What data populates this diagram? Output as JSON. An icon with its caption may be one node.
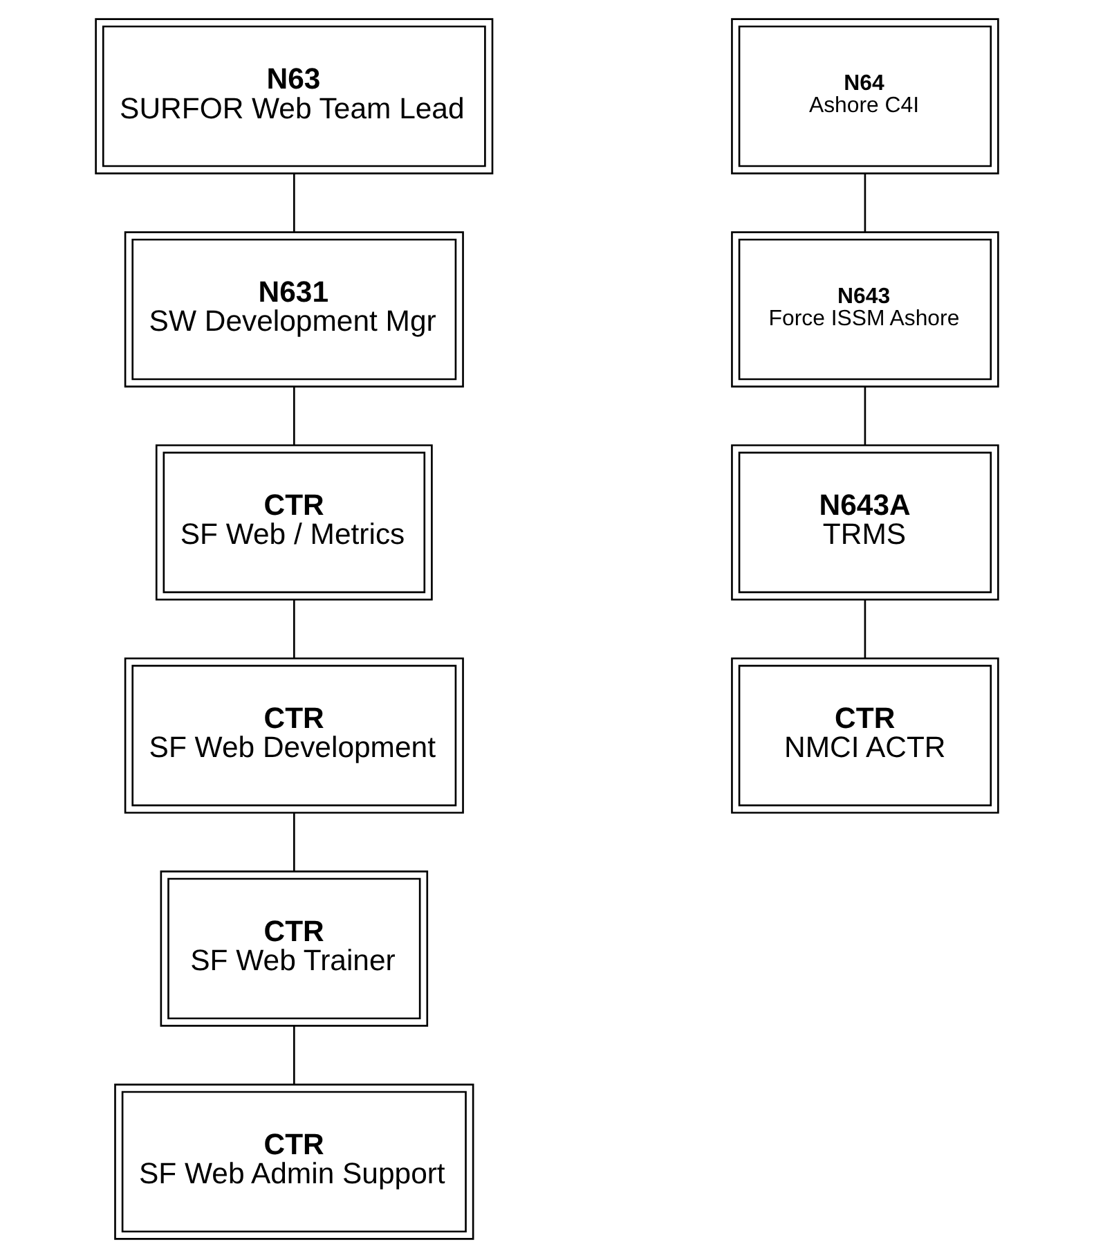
{
  "diagram": {
    "nodes": [
      {
        "text": [
          "N63",
          "SURFOR Web Team Lead"
        ]
      },
      {
        "text": [
          "N631",
          "SW Development Mgr"
        ]
      },
      {
        "text": [
          "CTR",
          "SF Web / Metrics"
        ]
      },
      {
        "text": [
          "CTR",
          "SF Web Development"
        ]
      },
      {
        "text": [
          "CTR",
          "SF Web Trainer"
        ]
      },
      {
        "text": [
          "CTR",
          "SF Web Admin Support"
        ]
      },
      {
        "text": [
          "N64",
          "Ashore C4I"
        ]
      },
      {
        "text": [
          "N643",
          "Force ISSM Ashore"
        ]
      },
      {
        "text": [
          "N643A",
          "TRMS"
        ]
      },
      {
        "text": [
          "CTR",
          "NMCI ACTR"
        ]
      }
    ],
    "edges": [
      {
        "from": 0,
        "to": 1,
        "arrow": "none"
      },
      {
        "from": 1,
        "to": 2,
        "arrow": "none"
      },
      {
        "from": 2,
        "to": 3,
        "arrow": "none"
      },
      {
        "from": 3,
        "to": 4,
        "arrow": "none"
      },
      {
        "from": 4,
        "to": 5,
        "arrow": "none"
      },
      {
        "from": 6,
        "to": 7,
        "arrow": "none"
      },
      {
        "from": 7,
        "to": 8,
        "arrow": "none"
      },
      {
        "from": 8,
        "to": 9,
        "arrow": "none"
      }
    ]
  }
}
